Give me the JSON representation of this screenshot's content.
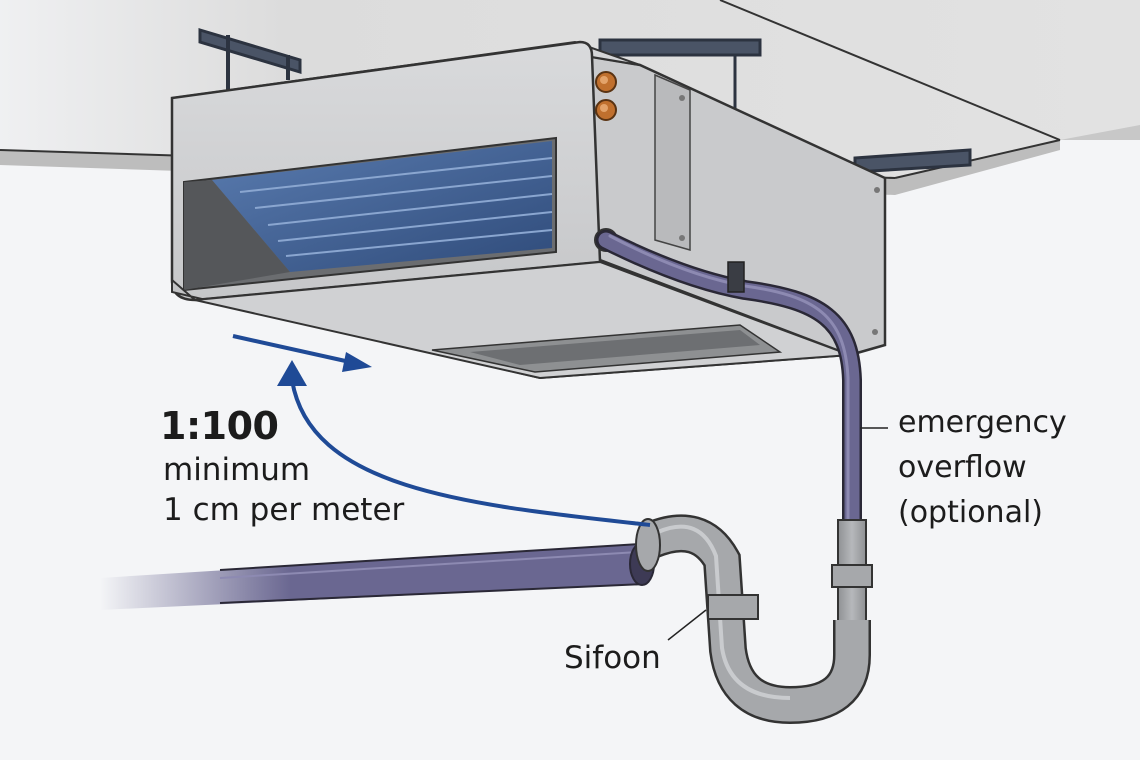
{
  "labels": {
    "slope_ratio": "1:100",
    "slope_min": "minimum",
    "slope_per_meter": "1 cm per meter",
    "overflow_line1": "emergency",
    "overflow_line2": "overflow",
    "overflow_line3": "(optional)",
    "trap": "Sifoon"
  },
  "colors": {
    "background": "#f4f5f7",
    "ceiling": "#dedede",
    "unit_body": "#d2d3d5",
    "coil": "#3c5a8c",
    "arrow": "#1f4a96",
    "insulated_pipe": "#6a6791",
    "pvc_pipe": "#a6a8ab",
    "copper": "#c0702e"
  }
}
